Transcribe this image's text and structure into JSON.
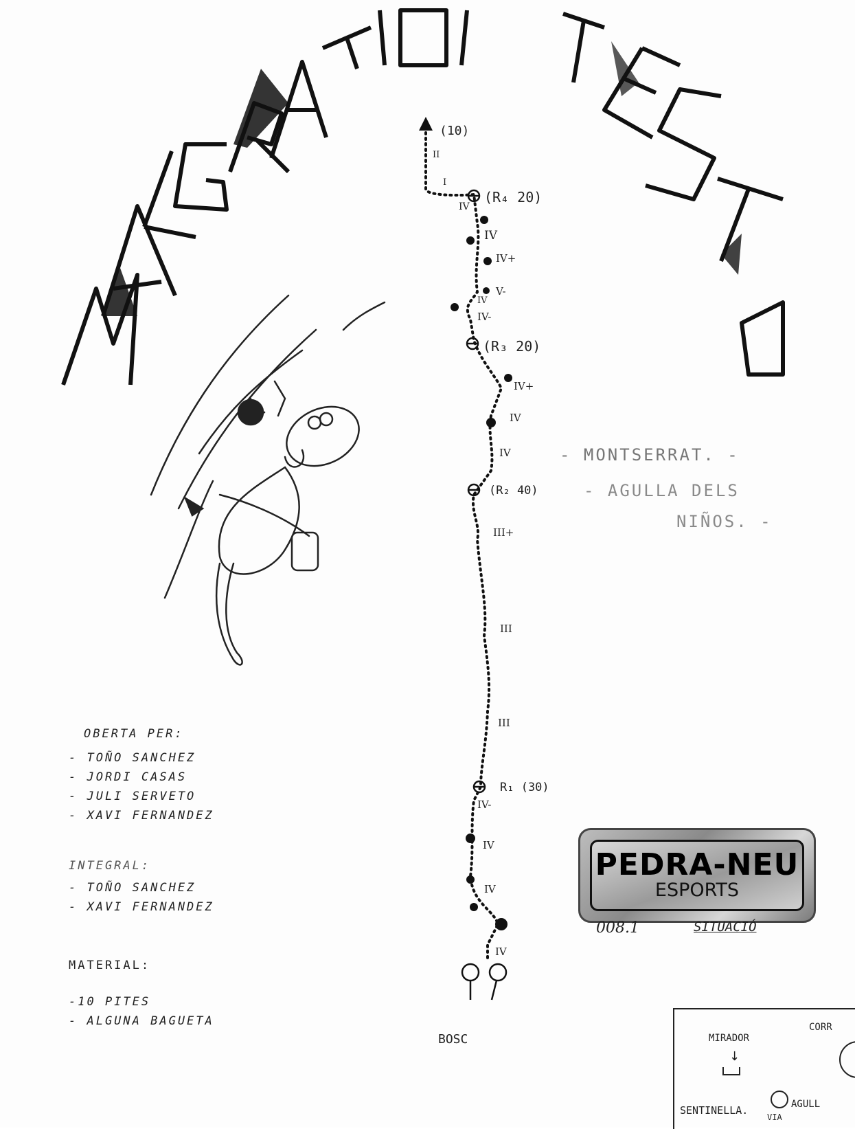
{
  "title": {
    "words": [
      "MALGRAT",
      "IOI",
      "TESTO"
    ]
  },
  "route": {
    "top_label": "(10)",
    "belays": [
      {
        "label": "(R₄ 20)"
      },
      {
        "label": "(R₃ 20)"
      },
      {
        "label": "(R₂ 40)"
      },
      {
        "label": "R₁ (30)"
      }
    ],
    "grades": [
      "II",
      "I",
      "IV",
      "IV",
      "IV+",
      "V-",
      "IV",
      "IV-",
      "IV+",
      "IV",
      "IV",
      "III+",
      "III",
      "III",
      "IV-",
      "IV",
      "IV",
      "IV"
    ],
    "start_label": "BOSC"
  },
  "location": {
    "line1": "- MONTSERRAT. -",
    "line2": "- AGULLA DELS",
    "line3": "NIÑOS. -"
  },
  "opened_by": {
    "heading": "OBERTA PER:",
    "names": [
      "- TOÑO SANCHEZ",
      "- JORDI CASAS",
      "- JULI SERVETO",
      "- XAVI FERNANDEZ"
    ]
  },
  "integral": {
    "heading": "INTEGRAL:",
    "names": [
      "- TOÑO SANCHEZ",
      "- XAVI FERNANDEZ"
    ]
  },
  "material": {
    "heading": "MATERIAL:",
    "items": [
      "-10 PITES",
      "- ALGUNA BAGUETA"
    ]
  },
  "logo": {
    "main": "PEDRA-NEU",
    "sub": "ESPORTS"
  },
  "code": "008.1",
  "situacio": {
    "heading": "SITUACIÓ",
    "mirador": "MIRADOR",
    "corr": "CORR",
    "sentinella": "SENTINELLA.",
    "via": "VIA",
    "agulla": "AGULL"
  }
}
